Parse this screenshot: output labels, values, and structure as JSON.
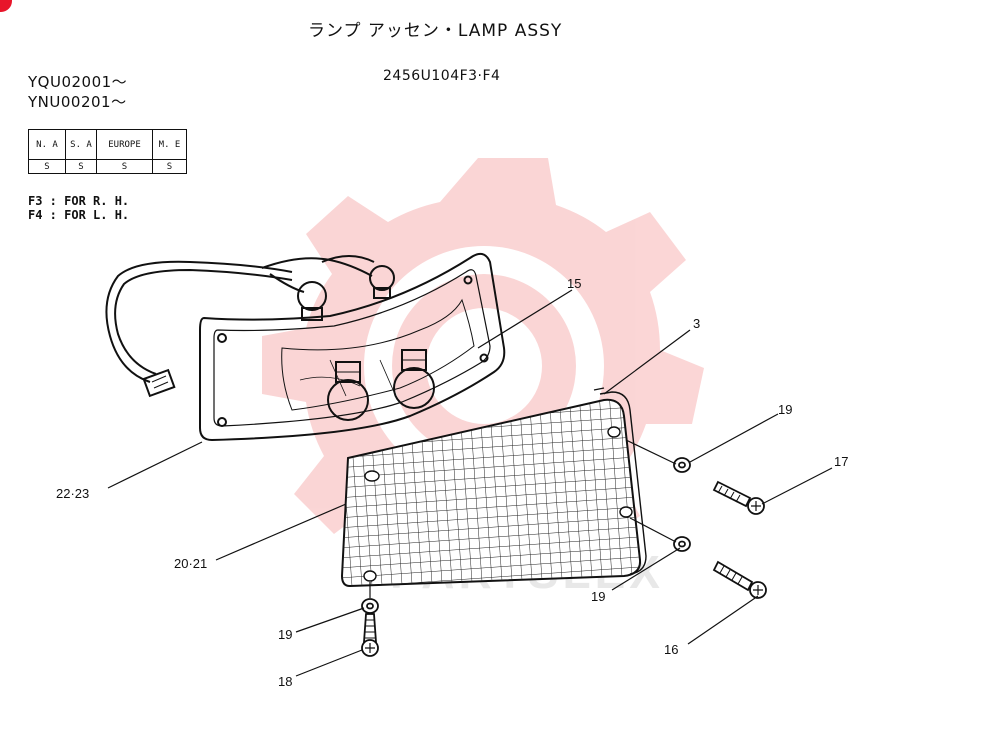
{
  "header": {
    "title": "ランプ アッセン・LAMP ASSY",
    "drawing_code": "2456U104F3·F4"
  },
  "serials": [
    "YQU02001～",
    "YNU00201～"
  ],
  "applicability": {
    "columns": [
      "N. A",
      "S. A",
      "EUROPE",
      "M. E"
    ],
    "values": [
      "S",
      "S",
      "S",
      "S"
    ]
  },
  "notes": [
    "F3 : FOR R. H.",
    "F4 : FOR L. H."
  ],
  "callouts": {
    "p15": "15",
    "p3": "3",
    "p19a": "19",
    "p17": "17",
    "p22_23": "22·23",
    "p20_21": "20·21",
    "p19b": "19",
    "p16": "16",
    "p19c": "19",
    "p18": "18"
  },
  "watermark": {
    "color": "#f9c8c8",
    "text": "PARTSLEX"
  }
}
